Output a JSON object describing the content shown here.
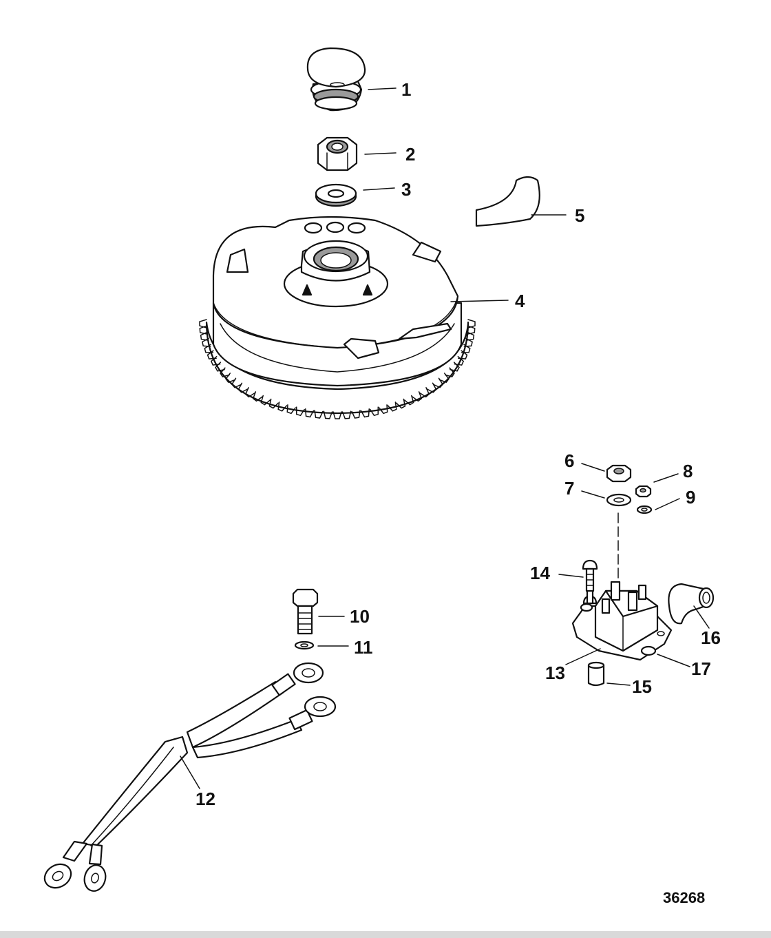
{
  "figure_number": "36268",
  "callouts": [
    {
      "id": "1",
      "label": "1"
    },
    {
      "id": "2",
      "label": "2"
    },
    {
      "id": "3",
      "label": "3"
    },
    {
      "id": "4",
      "label": "4"
    },
    {
      "id": "5",
      "label": "5"
    },
    {
      "id": "6",
      "label": "6"
    },
    {
      "id": "7",
      "label": "7"
    },
    {
      "id": "8",
      "label": "8"
    },
    {
      "id": "9",
      "label": "9"
    },
    {
      "id": "10",
      "label": "10"
    },
    {
      "id": "11",
      "label": "11"
    },
    {
      "id": "12",
      "label": "12"
    },
    {
      "id": "13",
      "label": "13"
    },
    {
      "id": "14",
      "label": "14"
    },
    {
      "id": "15",
      "label": "15"
    },
    {
      "id": "16",
      "label": "16"
    },
    {
      "id": "17",
      "label": "17"
    }
  ]
}
